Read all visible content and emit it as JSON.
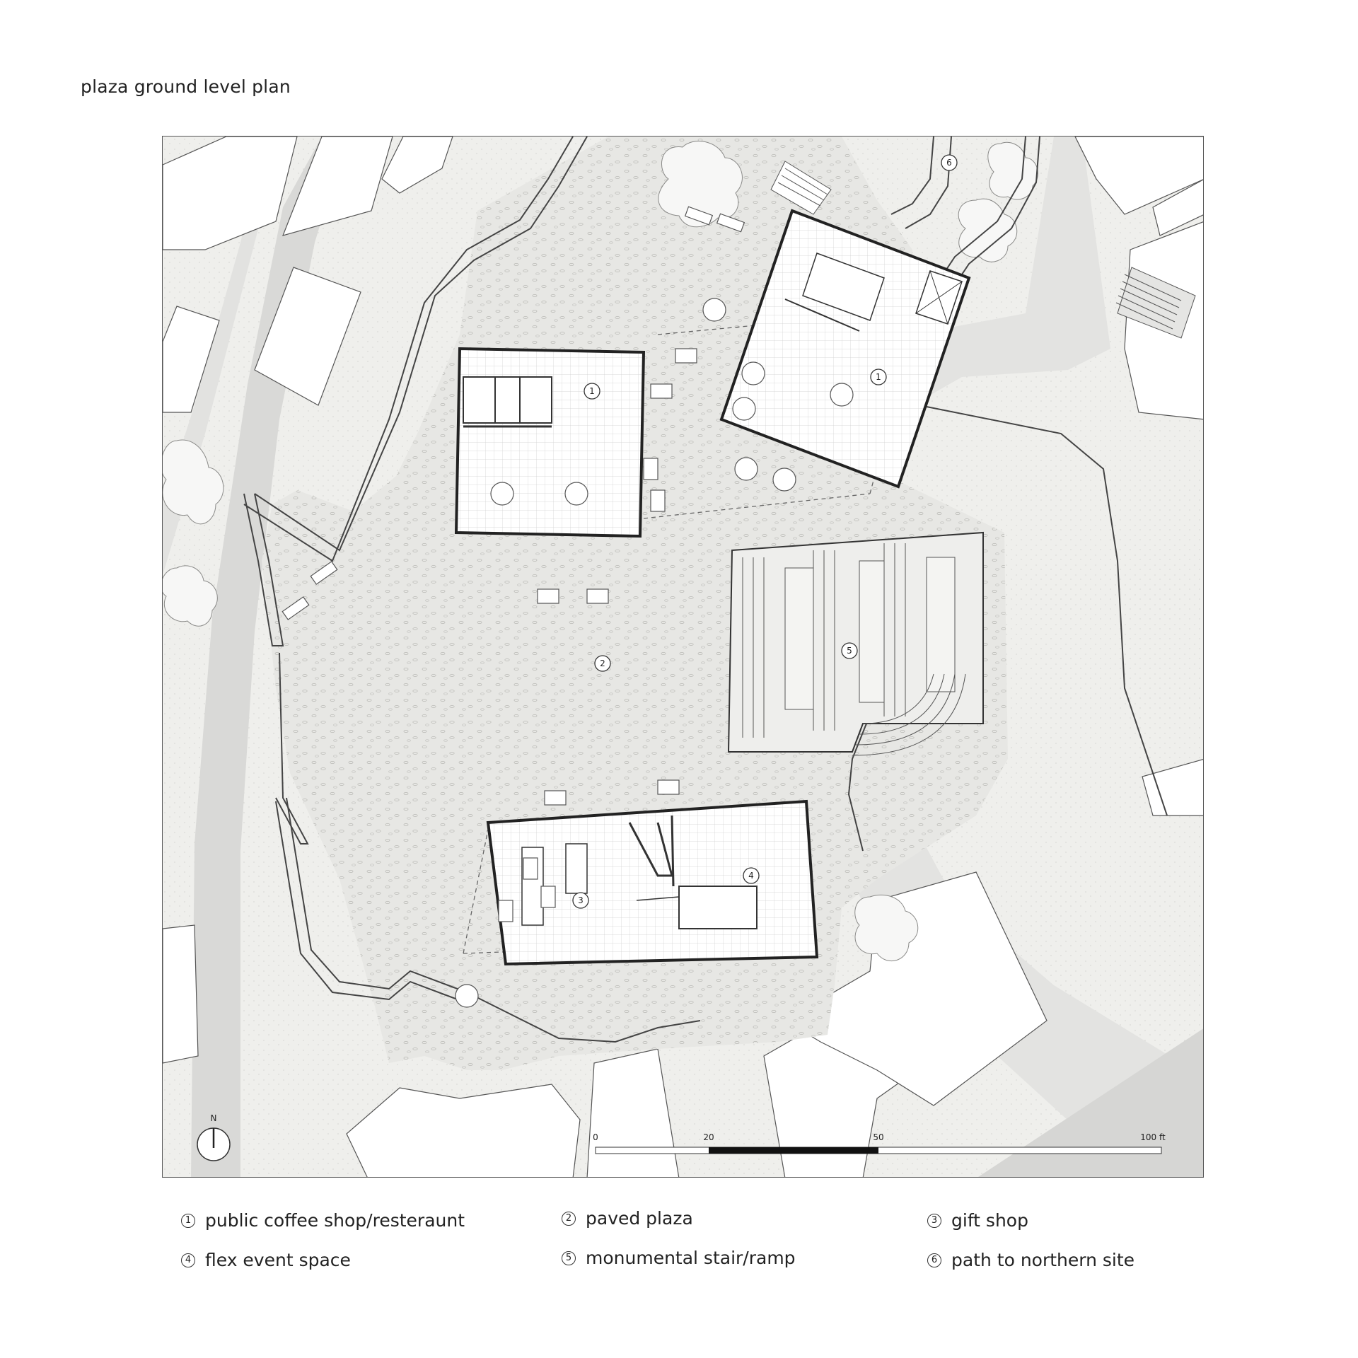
{
  "title": "plaza ground level plan",
  "north": {
    "label": "N"
  },
  "scale_bar": {
    "labels": [
      "0",
      "20",
      "50",
      "100 ft"
    ]
  },
  "plan_labels": [
    {
      "num": "1"
    },
    {
      "num": "1"
    },
    {
      "num": "2"
    },
    {
      "num": "3"
    },
    {
      "num": "4"
    },
    {
      "num": "5"
    },
    {
      "num": "6"
    }
  ],
  "legend": [
    {
      "num": "1",
      "text": "public coffee shop/resteraunt"
    },
    {
      "num": "2",
      "text": "paved plaza"
    },
    {
      "num": "3",
      "text": "gift shop"
    },
    {
      "num": "4",
      "text": "flex event space"
    },
    {
      "num": "5",
      "text": "monumental stair/ramp"
    },
    {
      "num": "6",
      "text": "path to northern site"
    }
  ],
  "colors": {
    "ground": "#f1f1ef",
    "road": "#dcdcda",
    "plaza": "#e6e6e3",
    "building_fill": "#ffffff",
    "line": "#444444",
    "wall": "#222222"
  }
}
